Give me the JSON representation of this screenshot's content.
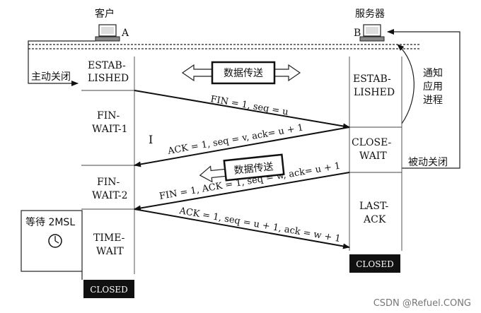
{
  "title_client": "客户",
  "title_server": "服务器",
  "host_a": "A",
  "host_b": "B",
  "client_active_close": "主动关闭",
  "server_passive_close": "被动关闭",
  "server_notify": [
    "通知",
    "应用",
    "进程"
  ],
  "data_transfer_1": "数据传送",
  "data_transfer_2": "数据传送",
  "client_states": {
    "established": [
      "ESTAB-",
      "LISHED"
    ],
    "fin_wait_1": [
      "FIN-",
      "WAIT-1"
    ],
    "fin_wait_2": [
      "FIN-",
      "WAIT-2"
    ],
    "time_wait": [
      "TIME-",
      "WAIT"
    ],
    "closed": "CLOSED"
  },
  "server_states": {
    "established": [
      "ESTAB-",
      "LISHED"
    ],
    "close_wait": [
      "CLOSE-",
      "WAIT"
    ],
    "last_ack": [
      "LAST-",
      "ACK"
    ],
    "closed": "CLOSED"
  },
  "wait_2msl": "等待 2MSL",
  "messages": [
    "FIN = 1, seq = u",
    "ACK = 1, seq = v, ack= u + 1",
    "FIN = 1, ACK = 1, seq = w, ack= u + 1",
    "ACK = 1, seq = u + 1, ack = w + 1"
  ],
  "watermark": "CSDN @Refuel.CONG"
}
